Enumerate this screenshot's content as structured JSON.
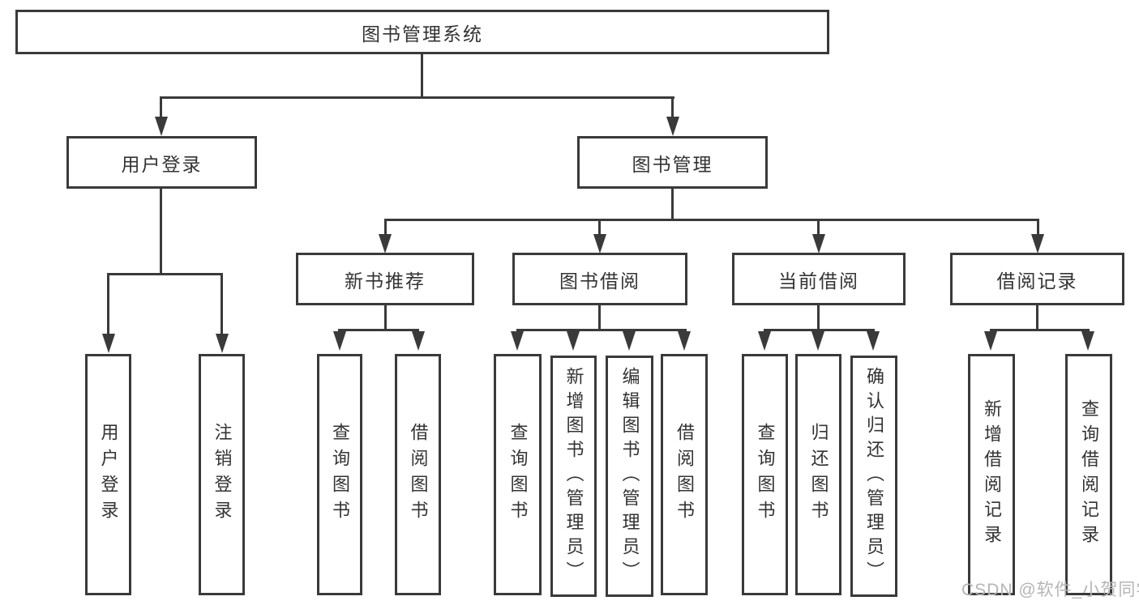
{
  "diagram_title": "图书管理系统",
  "colors": {
    "line": "#3a3a3a",
    "text": "#333333",
    "background": "#ffffff",
    "watermark": "#b5b5b5"
  },
  "watermark": {
    "text": "CSDN @软件_小贺同学"
  },
  "nodes": {
    "root": {
      "label": "图书管理系统"
    },
    "userLogin": {
      "label": "用户登录"
    },
    "bookMgmt": {
      "label": "图书管理"
    },
    "newBookRec": {
      "label": "新书推荐"
    },
    "bookBorrow": {
      "label": "图书借阅"
    },
    "currentBorrow": {
      "label": "当前借阅"
    },
    "borrowRecords": {
      "label": "借阅记录"
    },
    "loginLeaf": {
      "label": "用户登录"
    },
    "logoutLeaf": {
      "label": "注销登录"
    },
    "queryBook1": {
      "label": "查询图书"
    },
    "borrowBook1": {
      "label": "借阅图书"
    },
    "queryBook2": {
      "label": "查询图书"
    },
    "addBook": {
      "label": "新增图书（管理员）"
    },
    "editBook": {
      "label": "编辑图书（管理员）"
    },
    "borrowBook2": {
      "label": "借阅图书"
    },
    "queryBook3": {
      "label": "查询图书"
    },
    "returnBook": {
      "label": "归还图书"
    },
    "confirmReturn": {
      "label": "确认归还（管理员）"
    },
    "addRecord": {
      "label": "新增借阅记录"
    },
    "queryRecord": {
      "label": "查询借阅记录"
    }
  },
  "hierarchy": {
    "label": "图书管理系统",
    "children": [
      {
        "label": "用户登录",
        "children": [
          "用户登录",
          "注销登录"
        ]
      },
      {
        "label": "图书管理",
        "children": [
          {
            "label": "新书推荐",
            "children": [
              "查询图书",
              "借阅图书"
            ]
          },
          {
            "label": "图书借阅",
            "children": [
              "查询图书",
              "新增图书（管理员）",
              "编辑图书（管理员）",
              "借阅图书"
            ]
          },
          {
            "label": "当前借阅",
            "children": [
              "查询图书",
              "归还图书",
              "确认归还（管理员）"
            ]
          },
          {
            "label": "借阅记录",
            "children": [
              "新增借阅记录",
              "查询借阅记录"
            ]
          }
        ]
      }
    ]
  }
}
